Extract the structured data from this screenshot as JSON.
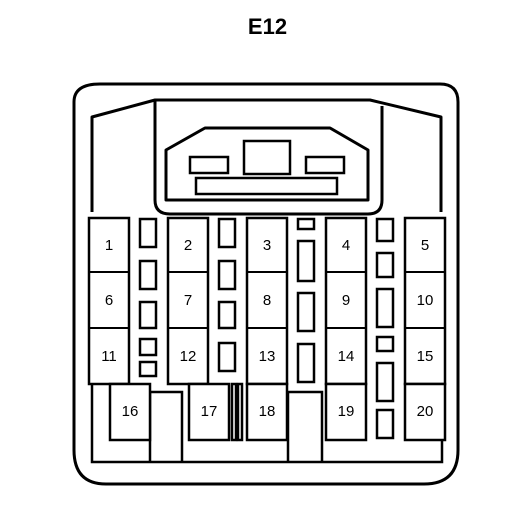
{
  "title": "E12",
  "pins": [
    "1",
    "2",
    "3",
    "4",
    "5",
    "6",
    "7",
    "8",
    "9",
    "10",
    "11",
    "12",
    "13",
    "14",
    "15",
    "16",
    "17",
    "18",
    "19",
    "20"
  ]
}
